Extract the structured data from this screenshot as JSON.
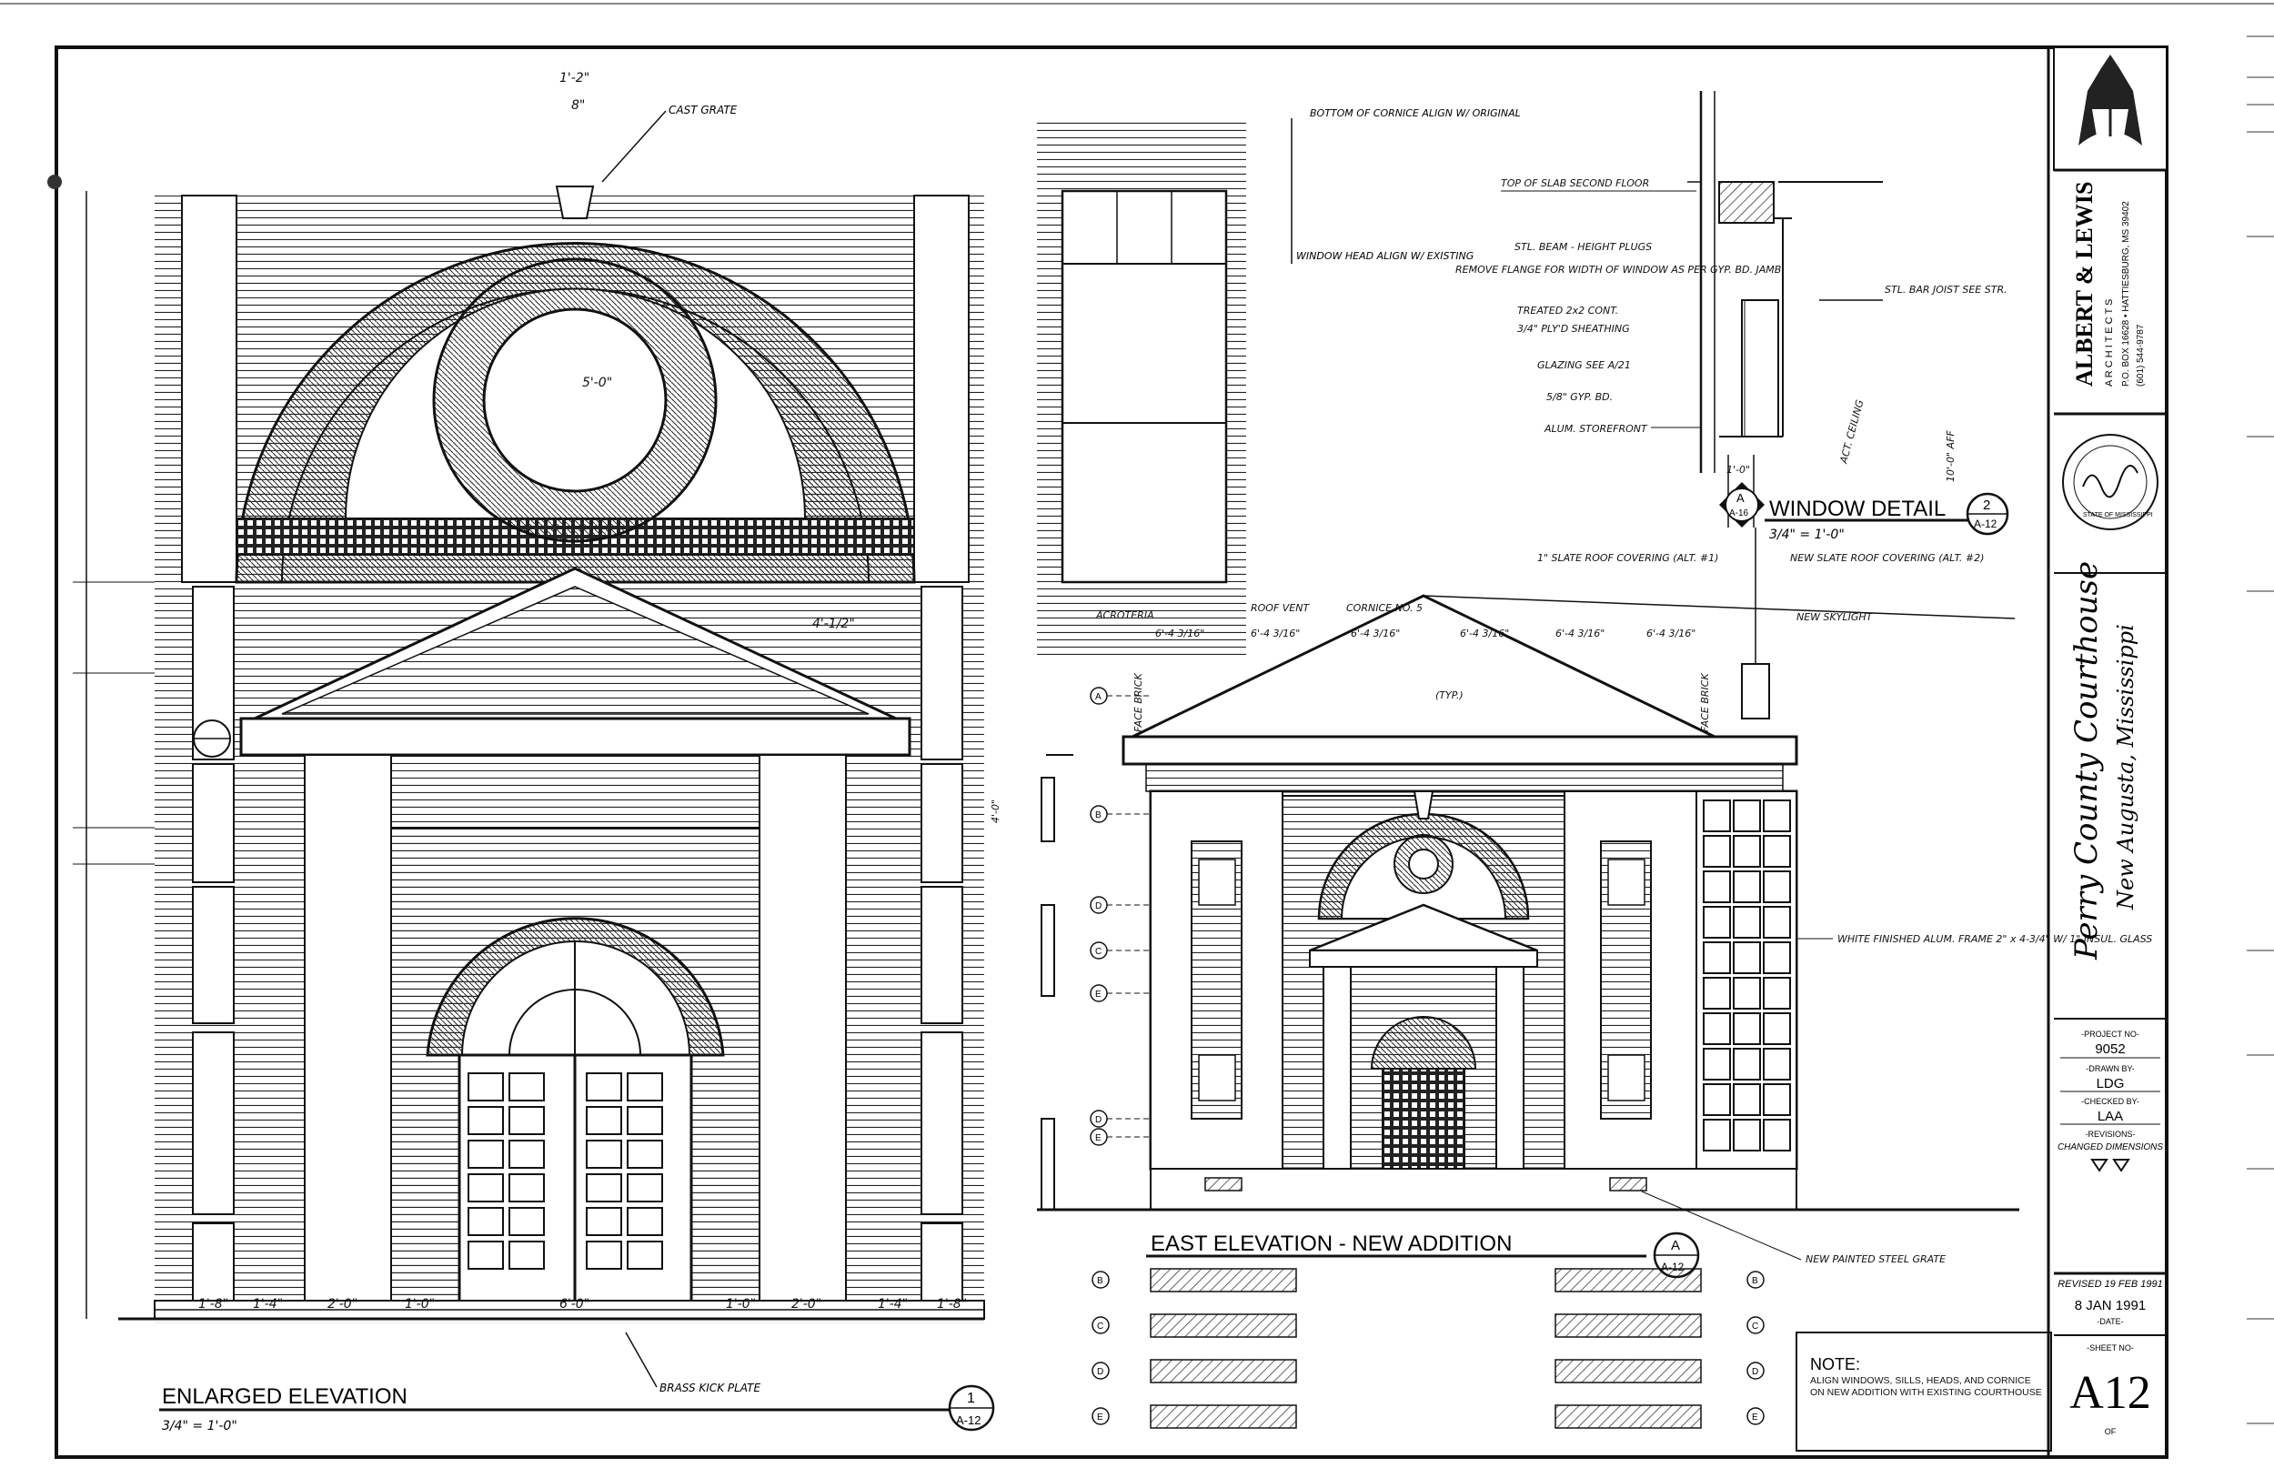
{
  "title_block": {
    "firm_name": "ALBERT & LEWIS",
    "firm_subtitle": "A R C H I T E C T S",
    "firm_address": "P.O. BOX 16628 • HATTIESBURG, MS 39402",
    "firm_phone": "(601) 544-9787",
    "project_title": "Perry County Courthouse",
    "project_location": "New Augusta, Mississippi",
    "seal_text": "STATE OF MISSISSIPPI",
    "project_no_label": "-PROJECT NO-",
    "project_no": "9052",
    "drawn_by_label": "-DRAWN BY-",
    "drawn_by": "LDG",
    "checked_by_label": "-CHECKED BY-",
    "checked_by": "LAA",
    "revisions_label": "-REVISIONS-",
    "revisions": "CHANGED DIMENSIONS",
    "revised": "REVISED 19 FEB 1991",
    "date": "8 JAN 1991",
    "date_label": "-DATE-",
    "sheet_no_label": "-SHEET NO-",
    "sheet_no": "A12",
    "sheet_of": "OF"
  },
  "views": {
    "enlarged_title": "ENLARGED ELEVATION",
    "enlarged_scale": "3/4\" = 1'-0\"",
    "enlarged_ref_num": "1",
    "enlarged_ref_sheet": "A-12",
    "east_title": "EAST ELEVATION - NEW ADDITION",
    "east_ref_num": "A",
    "east_ref_sheet": "A-12",
    "window_title": "WINDOW DETAIL",
    "window_scale": "3/4\" = 1'-0\"",
    "window_ref_num": "2",
    "window_ref_sheet": "A-12",
    "section_ref_num": "A",
    "section_ref_sheet": "A-16"
  },
  "notes": {
    "label": "NOTE:",
    "text": "ALIGN WINDOWS, SILLS, HEADS, AND CORNICE ON NEW ADDITION WITH EXISTING COURTHOUSE"
  },
  "annotations": {
    "cast_grate": "CAST GRATE",
    "brass_kick_plate": "BRASS KICK PLATE",
    "bottom_of_cornice": "BOTTOM OF CORNICE ALIGN W/ ORIGINAL",
    "window_head": "WINDOW HEAD ALIGN W/ EXISTING",
    "top_of_slab": "TOP OF SLAB SECOND FLOOR",
    "steel_beam": "STL. BEAM - HEIGHT PLUGS",
    "remove_flange": "REMOVE FLANGE FOR WIDTH OF WINDOW AS PER GYP. BD. JAMB",
    "treated_cont": "TREATED 2x2 CONT.",
    "plywood_sheathing": "3/4\" PLY'D SHEATHING",
    "glazing": "GLAZING SEE A/21",
    "gyp_bd": "5/8\" GYP. BD.",
    "alum_storefront": "ALUM. STOREFRONT",
    "stl_bar_joist": "STL. BAR JOIST SEE STR.",
    "act_ceiling": "ACT. CEILING",
    "aff": "10'-0\" AFF",
    "slate_roof_left": "1\" SLATE ROOF COVERING (ALT. #1)",
    "slate_roof_right": "NEW SLATE ROOF COVERING (ALT. #2)",
    "new_skylight": "NEW SKYLIGHT",
    "acroteria": "ACROTERIA",
    "roof_vent": "ROOF VENT",
    "cornice": "CORNICE NO. 5",
    "typ": "(TYP.)",
    "white_frame": "WHITE FINISHED ALUM. FRAME 2\" x 4-3/4\" W/ 1\" INSUL. GLASS",
    "new_grate": "NEW PAINTED STEEL GRATE",
    "face_brick_l": "FACE BRICK",
    "face_brick_r": "FACE BRICK"
  },
  "dims": {
    "d1": "1'-8\"",
    "d2": "1'-4\"",
    "d3": "2'-0\"",
    "d4": "1'-0\"",
    "d5": "6'-0\"",
    "d6": "1'-0\"",
    "d7": "2'-0\"",
    "d8": "1'-4\"",
    "d9": "1'-8\"",
    "cast_top": "1'-2\"",
    "cast_mid": "8\"",
    "circle_dia": "5'-0\"",
    "pediment_h": "4'-1/2\"",
    "roof1": "6'-4 3/16\"",
    "roof2": "6'-4 3/16\"",
    "roof3": "6'-4 3/16\"",
    "roof4": "6'-4 3/16\"",
    "roof5": "6'-4 3/16\"",
    "roof6": "6'-4 3/16\"",
    "sill": "1'-0\"",
    "head": "4'-0\""
  },
  "grid_labels": [
    "A",
    "B",
    "C",
    "D",
    "E"
  ],
  "colors": {
    "line": "#111111",
    "paper": "#ffffff",
    "hatch": "#333333"
  }
}
